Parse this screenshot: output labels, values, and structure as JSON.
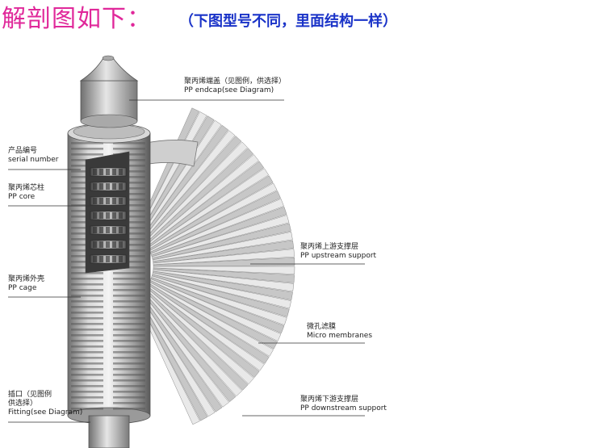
{
  "header": {
    "title": "解剖图如下：",
    "note": "（下图型号不同，里面结构一样）"
  },
  "colors": {
    "title": "#e0289a",
    "note": "#1a33c8",
    "line": "#333333"
  },
  "labels": {
    "endcap": {
      "cn": "聚丙烯端盖（见图例，供选择）",
      "en": "PP endcap(see Diagram)"
    },
    "serial": {
      "cn": "产品编号",
      "en": "serial number"
    },
    "core": {
      "cn": "聚丙烯芯柱",
      "en": "PP core"
    },
    "upstream": {
      "cn": "聚丙烯上游支撑层",
      "en": "PP upstream support"
    },
    "cage": {
      "cn": "聚丙烯外壳",
      "en": "PP cage"
    },
    "membrane": {
      "cn": "微孔滤膜",
      "en": "Micro membranes"
    },
    "fitting": {
      "cn1": "插口（见图例",
      "cn2": "供选择）",
      "en": "Fitting(see Diagram)"
    },
    "downstream": {
      "cn": "聚丙烯下游支撑层",
      "en": "PP downstream support"
    }
  }
}
